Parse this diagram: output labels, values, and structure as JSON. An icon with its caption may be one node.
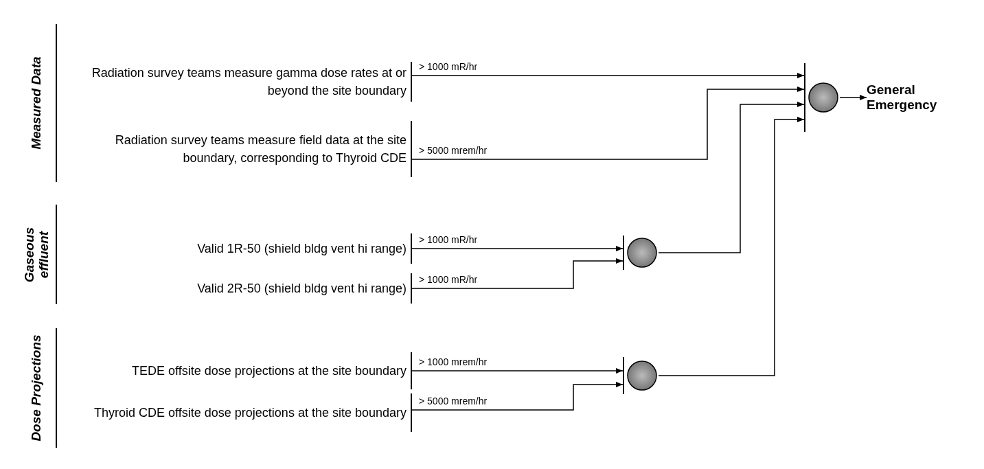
{
  "diagram": {
    "nodes": [
      {
        "text": [
          "Radiation survey teams measure gamma dose rates at or beyond the site boundary"
        ]
      },
      {
        "text": [
          "Radiation survey teams measure field data at the site boundary, corresponding to Thyroid CDE"
        ]
      },
      {
        "text": [
          "Valid 1R-50 (shield bldg vent hi range)"
        ]
      },
      {
        "text": [
          "Valid 2R-50 (shield bldg vent hi range)"
        ]
      },
      {
        "text": [
          "TEDE offsite dose projections at the site boundary"
        ]
      },
      {
        "text": [
          "Thyroid CDE offsite dose projections at the site boundary"
        ]
      },
      {
        "text": [],
        "shape": "circle"
      },
      {
        "text": [],
        "shape": "circle"
      },
      {
        "text": [],
        "shape": "circle"
      },
      {
        "text": [
          "General Emergency"
        ]
      }
    ],
    "edges": [
      {
        "from": 0,
        "to": 8,
        "arrow": "to",
        "label": "> 1000 mR/hr"
      },
      {
        "from": 1,
        "to": 8,
        "arrow": "to",
        "label": "> 5000 mrem/hr"
      },
      {
        "from": 2,
        "to": 6,
        "arrow": "to",
        "label": "> 1000 mR/hr"
      },
      {
        "from": 3,
        "to": 6,
        "arrow": "to",
        "label": "> 1000 mR/hr"
      },
      {
        "from": 4,
        "to": 7,
        "arrow": "to",
        "label": "> 1000 mrem/hr"
      },
      {
        "from": 5,
        "to": 7,
        "arrow": "to",
        "label": "> 5000 mrem/hr"
      },
      {
        "from": 6,
        "to": 8,
        "arrow": "to"
      },
      {
        "from": 7,
        "to": 8,
        "arrow": "to"
      },
      {
        "from": 8,
        "to": 9,
        "arrow": "to"
      }
    ],
    "labels": [
      "Measured Data",
      "Gaseous effluent",
      "Dose Projections"
    ]
  }
}
